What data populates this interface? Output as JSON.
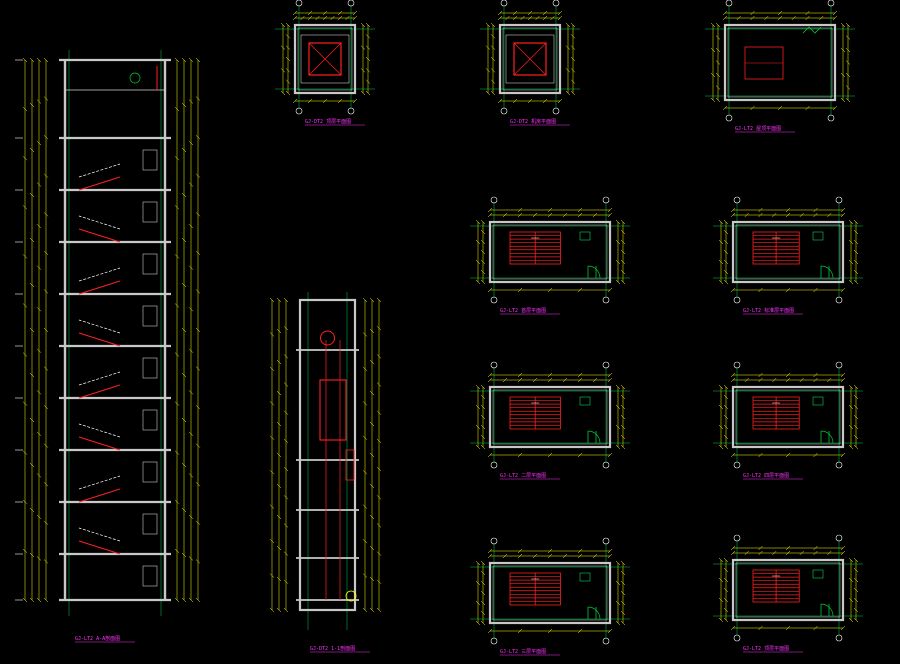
{
  "drawing": {
    "background": "#000000",
    "colors": {
      "wall": "#c8c8c8",
      "dimension": "#ffff00",
      "axis": "#00ff66",
      "stair": "#ff2020",
      "caption": "#ff33ff",
      "marker": "#ffffff",
      "door": "#00cc33"
    },
    "views": [
      {
        "id": "stair-section",
        "caption": "GJ-LT2 A-A剖面图",
        "scale": "1:50",
        "type": "section-stair"
      },
      {
        "id": "lift-top-plan",
        "caption": "GJ-DT2 顶层平面图",
        "scale": "1:50",
        "type": "plan-lift"
      },
      {
        "id": "lift-machine-plan",
        "caption": "GJ-DT2 机房平面图",
        "scale": "1:50",
        "type": "plan-lift"
      },
      {
        "id": "stair-roof-plan",
        "caption": "GJ-LT2 屋顶平面图",
        "scale": "1:50",
        "type": "plan-roof"
      },
      {
        "id": "lift-section",
        "caption": "GJ-DT2 1-1剖面图",
        "scale": "1:50",
        "type": "section-lift"
      },
      {
        "id": "stair-plan-a",
        "caption": "GJ-LT2 首层平面图",
        "scale": "1:50",
        "type": "plan-stair"
      },
      {
        "id": "stair-plan-b",
        "caption": "GJ-LT2 二层平面图",
        "scale": "1:50",
        "type": "plan-stair"
      },
      {
        "id": "stair-plan-c",
        "caption": "GJ-LT2 三层平面图",
        "scale": "1:50",
        "type": "plan-stair"
      },
      {
        "id": "stair-plan-d",
        "caption": "GJ-LT2 标准层平面图",
        "scale": "1:50",
        "type": "plan-stair"
      },
      {
        "id": "stair-plan-e",
        "caption": "GJ-LT2 四层平面图",
        "scale": "1:50",
        "type": "plan-stair"
      },
      {
        "id": "stair-plan-f",
        "caption": "GJ-LT2 顶层平面图",
        "scale": "1:50",
        "type": "plan-stair"
      }
    ]
  }
}
